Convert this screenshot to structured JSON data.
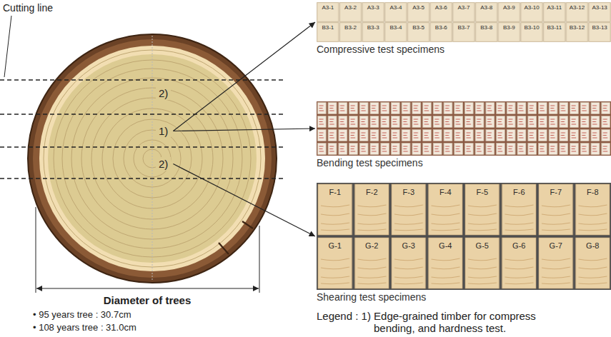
{
  "diagram": {
    "nodes": [
      {
        "text": [
          "2)"
        ]
      },
      {
        "text": [
          "1)"
        ]
      },
      {
        "text": [
          "2)"
        ]
      },
      {
        "text": [
          "Compressive test specimens",
          "A3-1",
          "A3-2",
          "A3-3",
          "A3-4",
          "A3-5",
          "A3-6",
          "A3-7",
          "A3-8",
          "A3-9",
          "A3-10",
          "A3-11",
          "A3-12",
          "A3-13",
          "B3-1",
          "B3-2",
          "B3-3",
          "B3-4",
          "B3-5",
          "B3-6",
          "B3-7",
          "B3-8",
          "B3-9",
          "B3-10",
          "B3-11",
          "B3-12",
          "B3-13"
        ]
      },
      {
        "text": [
          "Bending test specimens"
        ]
      },
      {
        "text": [
          "Shearing test specimens",
          "F-1",
          "F-2",
          "F-3",
          "F-4",
          "F-5",
          "F-6",
          "F-7",
          "F-8",
          "G-1",
          "G-2",
          "G-3",
          "G-4",
          "G-5",
          "G-6",
          "G-7",
          "G-8"
        ]
      }
    ],
    "edges": [
      {
        "from": 1,
        "to": 3,
        "arrow": "to"
      },
      {
        "from": 1,
        "to": 4,
        "arrow": "to"
      },
      {
        "from": 2,
        "to": 5,
        "arrow": "to"
      }
    ],
    "labels": [
      "Cutting line",
      "Diameter of trees",
      "• 95 years tree : 30.7cm",
      "• 108 years tree : 31.0cm",
      "Legend : 1) Edge-grained timber for compress bending, and hardness test."
    ]
  }
}
